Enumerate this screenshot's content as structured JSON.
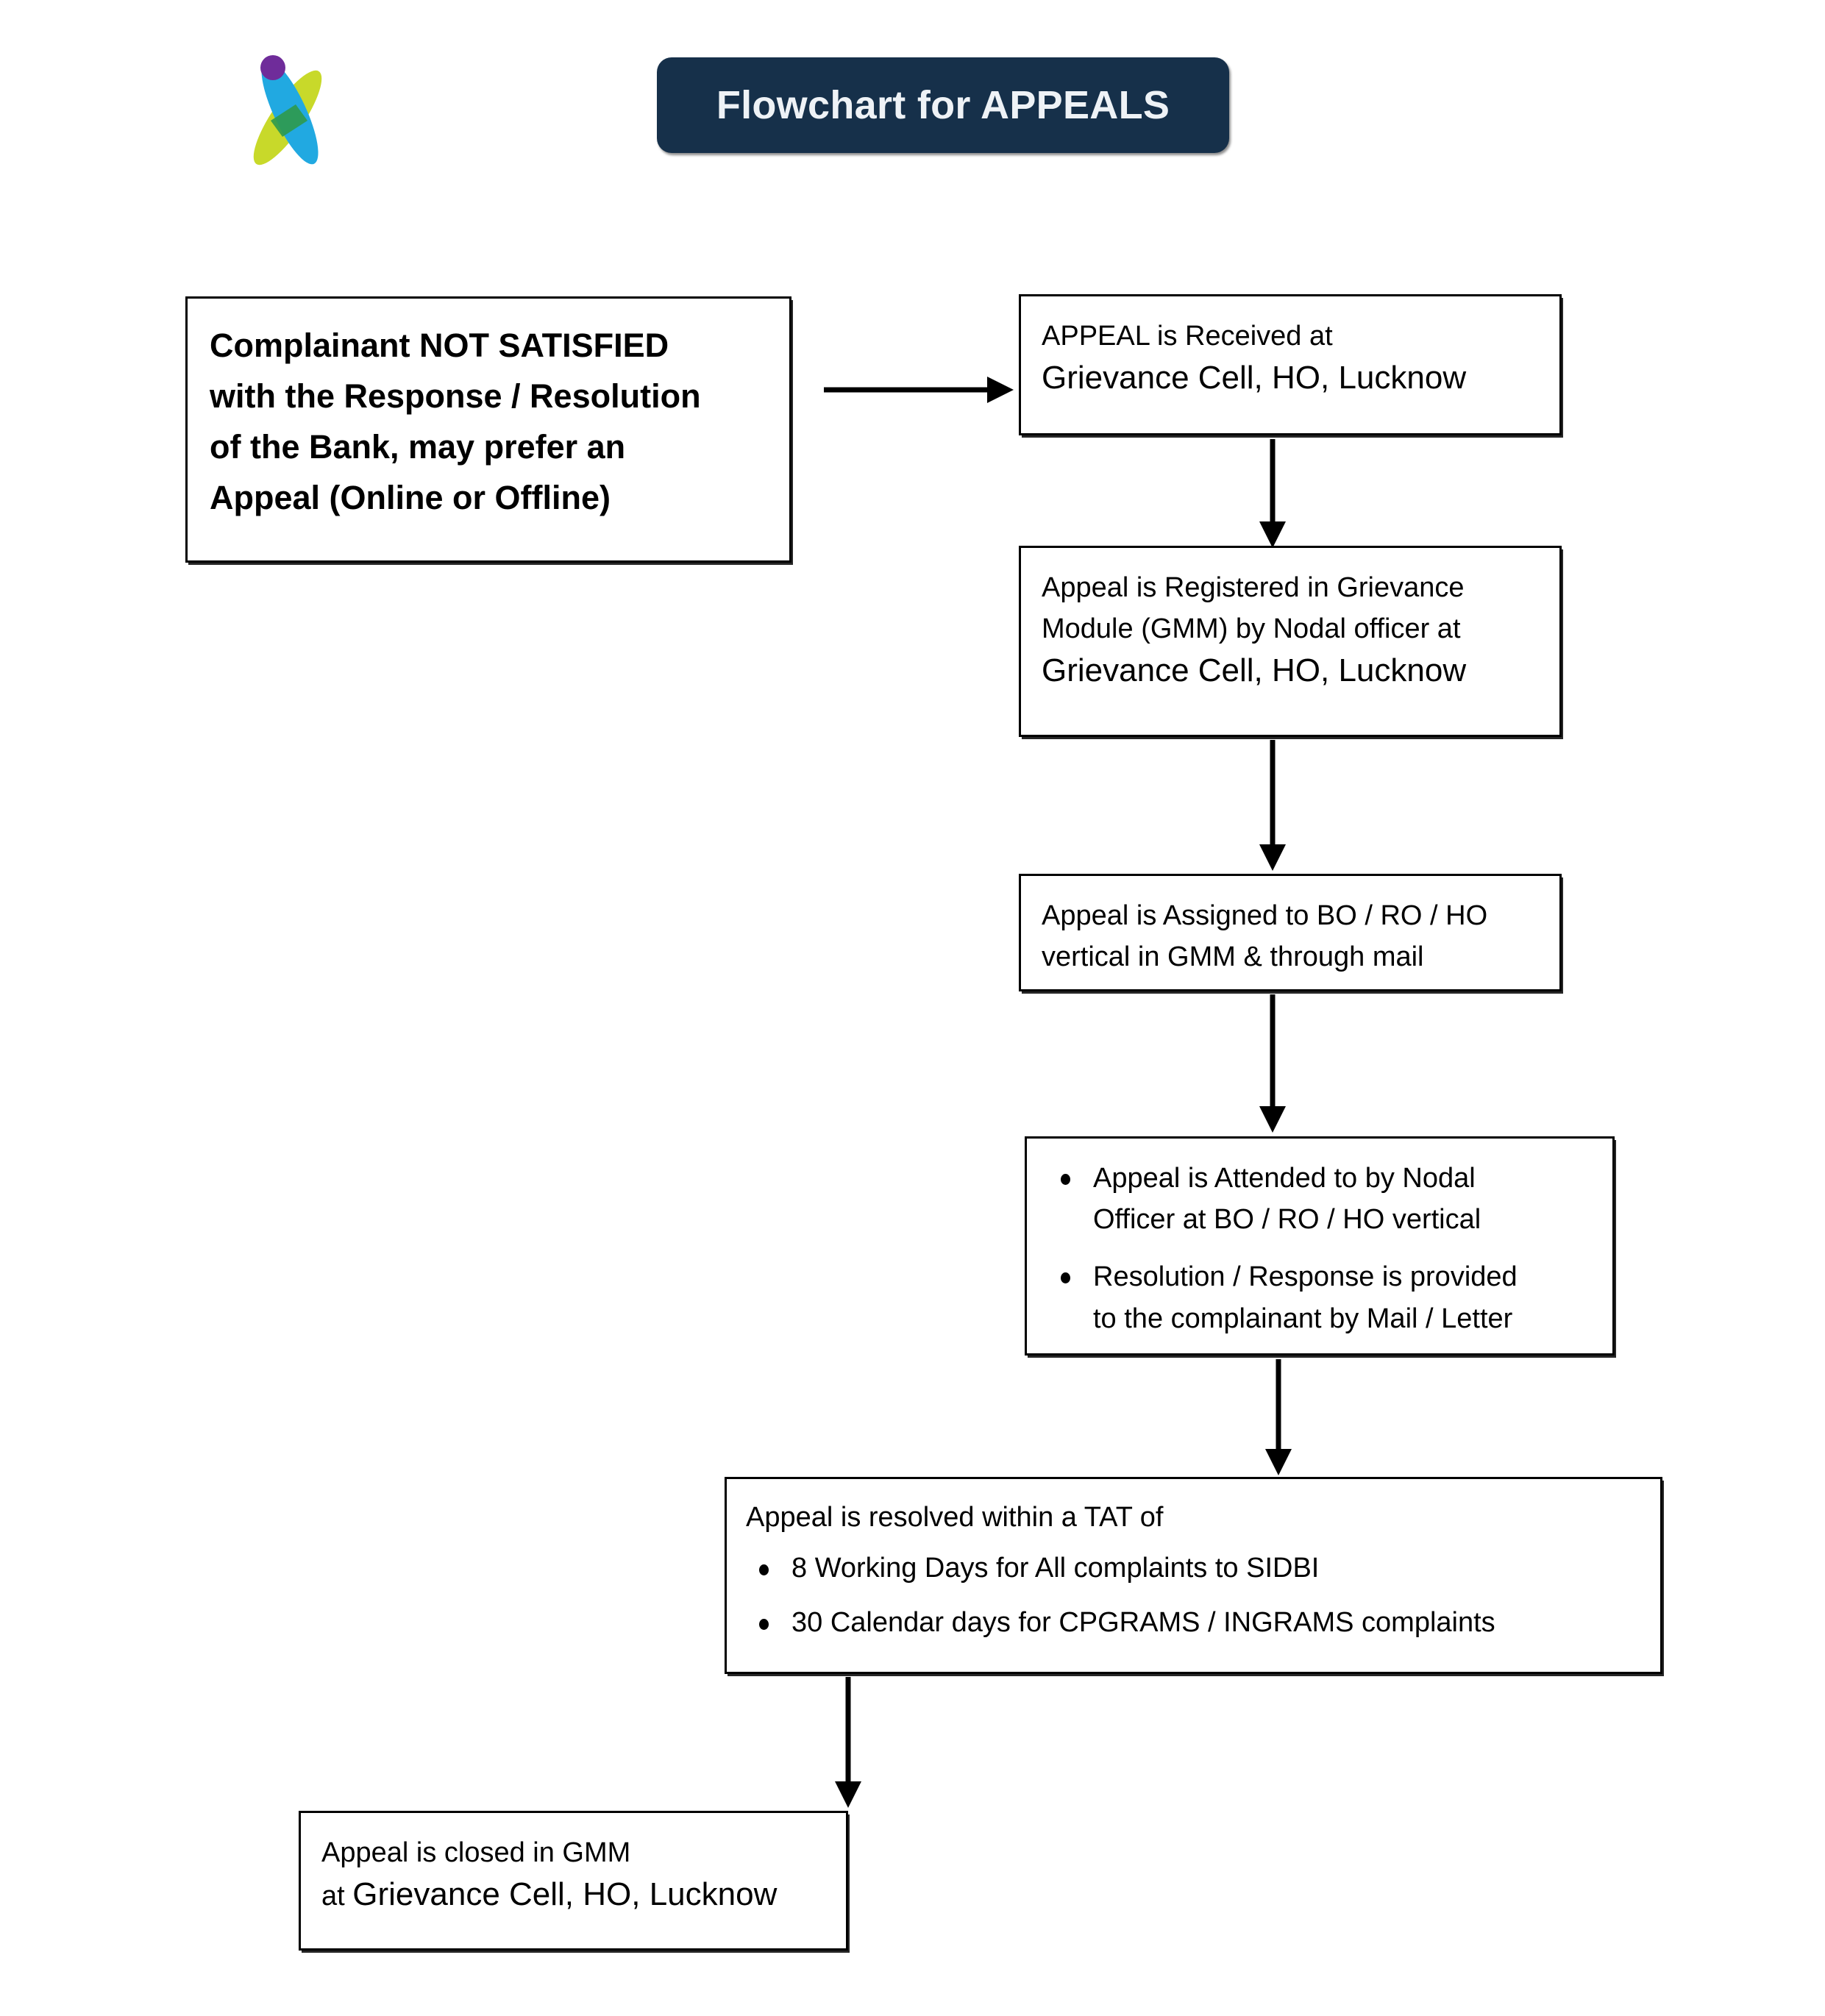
{
  "header": {
    "title": "Flowchart for APPEALS",
    "logo_name": "sidbi-logo",
    "banner_color": "#16304a",
    "banner_text_color": "#eef2f6",
    "logo_colors": {
      "blue": "#21a9e1",
      "green": "#c8d92a",
      "overlap": "#2f9a4e",
      "purple": "#6f2c9a"
    }
  },
  "nodes": {
    "complainant": {
      "id": "complainant-not-satisfied",
      "lines": [
        "Complainant NOT SATISFIED",
        "with the Response / Resolution",
        "of the Bank, may prefer an",
        "Appeal (Online or Offline)"
      ]
    },
    "received": {
      "id": "appeal-received",
      "lines": [
        "APPEAL is Received at",
        "Grievance Cell, HO, Lucknow"
      ]
    },
    "registered": {
      "id": "appeal-registered",
      "lines": [
        "Appeal is Registered in Grievance",
        "Module (GMM) by Nodal officer at",
        "Grievance Cell, HO, Lucknow"
      ]
    },
    "assigned": {
      "id": "appeal-assigned",
      "lines": [
        "Appeal is Assigned to BO / RO / HO",
        "vertical in GMM & through mail"
      ]
    },
    "attended": {
      "id": "appeal-attended",
      "bullets": [
        "Appeal is Attended to by Nodal Officer at BO / RO / HO vertical",
        "Resolution / Response is provided to the complainant by Mail / Letter"
      ],
      "bullet_lines": [
        [
          "Appeal is Attended to by Nodal",
          "Officer at BO / RO / HO vertical"
        ],
        [
          "Resolution / Response is provided",
          "to the complainant by Mail / Letter"
        ]
      ]
    },
    "tat": {
      "id": "appeal-resolved-tat",
      "intro": "Appeal is resolved within a TAT of",
      "bullets": [
        "8 Working Days for All complaints to SIDBI",
        "30 Calendar days for CPGRAMS / INGRAMS complaints"
      ]
    },
    "closed": {
      "id": "appeal-closed",
      "line1": "Appeal is closed in GMM",
      "line2_prefix": "at ",
      "line2_main": "Grievance Cell, HO, Lucknow"
    }
  },
  "connectors": [
    {
      "from": "complainant",
      "to": "received",
      "direction": "right"
    },
    {
      "from": "received",
      "to": "registered",
      "direction": "down"
    },
    {
      "from": "registered",
      "to": "assigned",
      "direction": "down"
    },
    {
      "from": "assigned",
      "to": "attended",
      "direction": "down"
    },
    {
      "from": "attended",
      "to": "tat",
      "direction": "down"
    },
    {
      "from": "tat",
      "to": "closed",
      "direction": "down"
    }
  ]
}
